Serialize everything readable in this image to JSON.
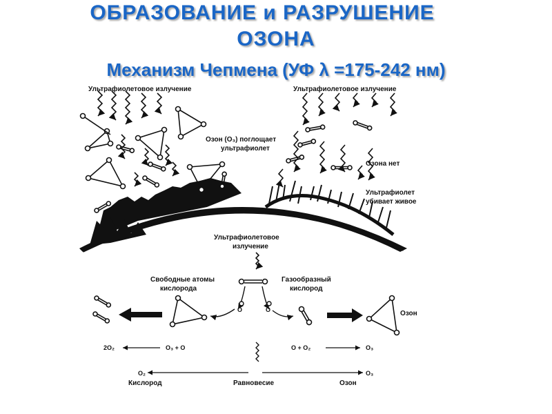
{
  "title": {
    "line1": "ОБРАЗОВАНИЕ и РАЗРУШЕНИЕ",
    "line2": "ОЗОНА",
    "line3": "Механизм Чепмена (УФ λ =175-242 нм)"
  },
  "labels": {
    "uv_left": "Ультрафиолетовое излучение",
    "uv_right": "Ультрафиолетовое излучение",
    "ozone_absorbs_1": "Озон (O₃) поглощает",
    "ozone_absorbs_2": "ультрафиолет",
    "no_ozone": "Озона нет",
    "uv_kills_1": "Ультрафиолет",
    "uv_kills_2": "убивает живое",
    "uv_center_1": "Ультрафиолетовое",
    "uv_center_2": "излучение",
    "free_atoms_1": "Свободные атомы",
    "free_atoms_2": "кислорода",
    "gas_oxygen_1": "Газообразный",
    "gas_oxygen_2": "кислород",
    "ozone": "Озон",
    "eq_left_a": "2O₂",
    "eq_left_b": "O₃ + O",
    "eq_right_a": "O + O₂",
    "eq_right_b": "O₃",
    "bottom_left_formula": "O₂",
    "bottom_right_formula": "O₃",
    "oxygen": "Кислород",
    "equilibrium": "Равновесие",
    "ozone_bottom": "Озон",
    "atom": "O"
  },
  "colors": {
    "title": "#1a66c6",
    "ink": "#111111"
  }
}
